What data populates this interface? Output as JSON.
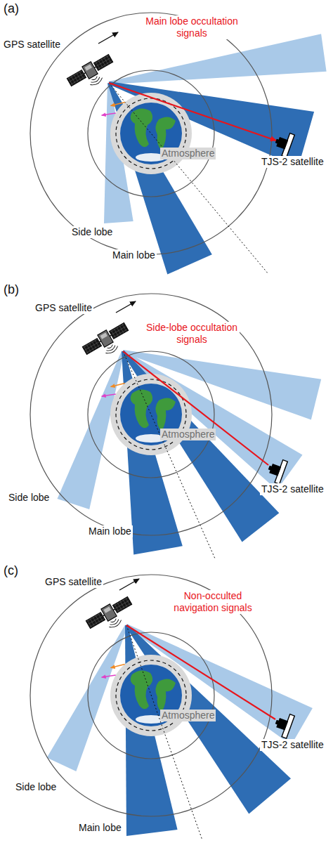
{
  "diagram": {
    "labels": [
      "(a)",
      "GPS satellite",
      "Main lobe occultation signals",
      "Atmosphere",
      "TJS-2 satellite",
      "Side lobe",
      "Main lobe",
      "(b)",
      "GPS satellite",
      "Side-lobe occultation signals",
      "Atmosphere",
      "TJS-2 satellite",
      "Side lobe",
      "Main lobe",
      "(c)",
      "GPS satellite",
      "Non-occulted navigation signals",
      "Atmosphere",
      "TJS-2 satellite",
      "Side lobe",
      "Main lobe"
    ]
  }
}
